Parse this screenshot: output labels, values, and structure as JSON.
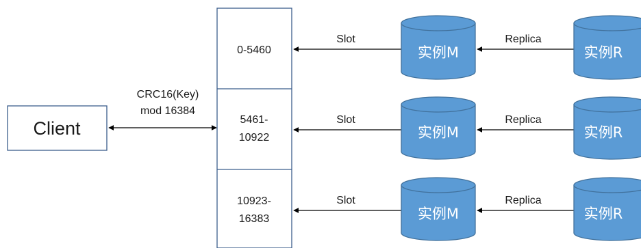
{
  "client": {
    "label": "Client"
  },
  "hash_label": {
    "line1": "CRC16(Key)",
    "line2": "mod 16384"
  },
  "slots": [
    {
      "lines": [
        "0-5460"
      ]
    },
    {
      "lines": [
        "5461-",
        "10922"
      ]
    },
    {
      "lines": [
        "10923-",
        "16383"
      ]
    }
  ],
  "rows": [
    {
      "slot_label": "Slot",
      "master_label": "实例M",
      "replica_label": "Replica",
      "replica_node_label": "实例R"
    },
    {
      "slot_label": "Slot",
      "master_label": "实例M",
      "replica_label": "Replica",
      "replica_node_label": "实例R"
    },
    {
      "slot_label": "Slot",
      "master_label": "实例M",
      "replica_label": "Replica",
      "replica_node_label": "实例R"
    }
  ],
  "colors": {
    "box_border": "#3b5d8c",
    "cylinder_fill": "#5b9bd5",
    "cylinder_stroke": "#41719c",
    "arrow": "#000000"
  }
}
